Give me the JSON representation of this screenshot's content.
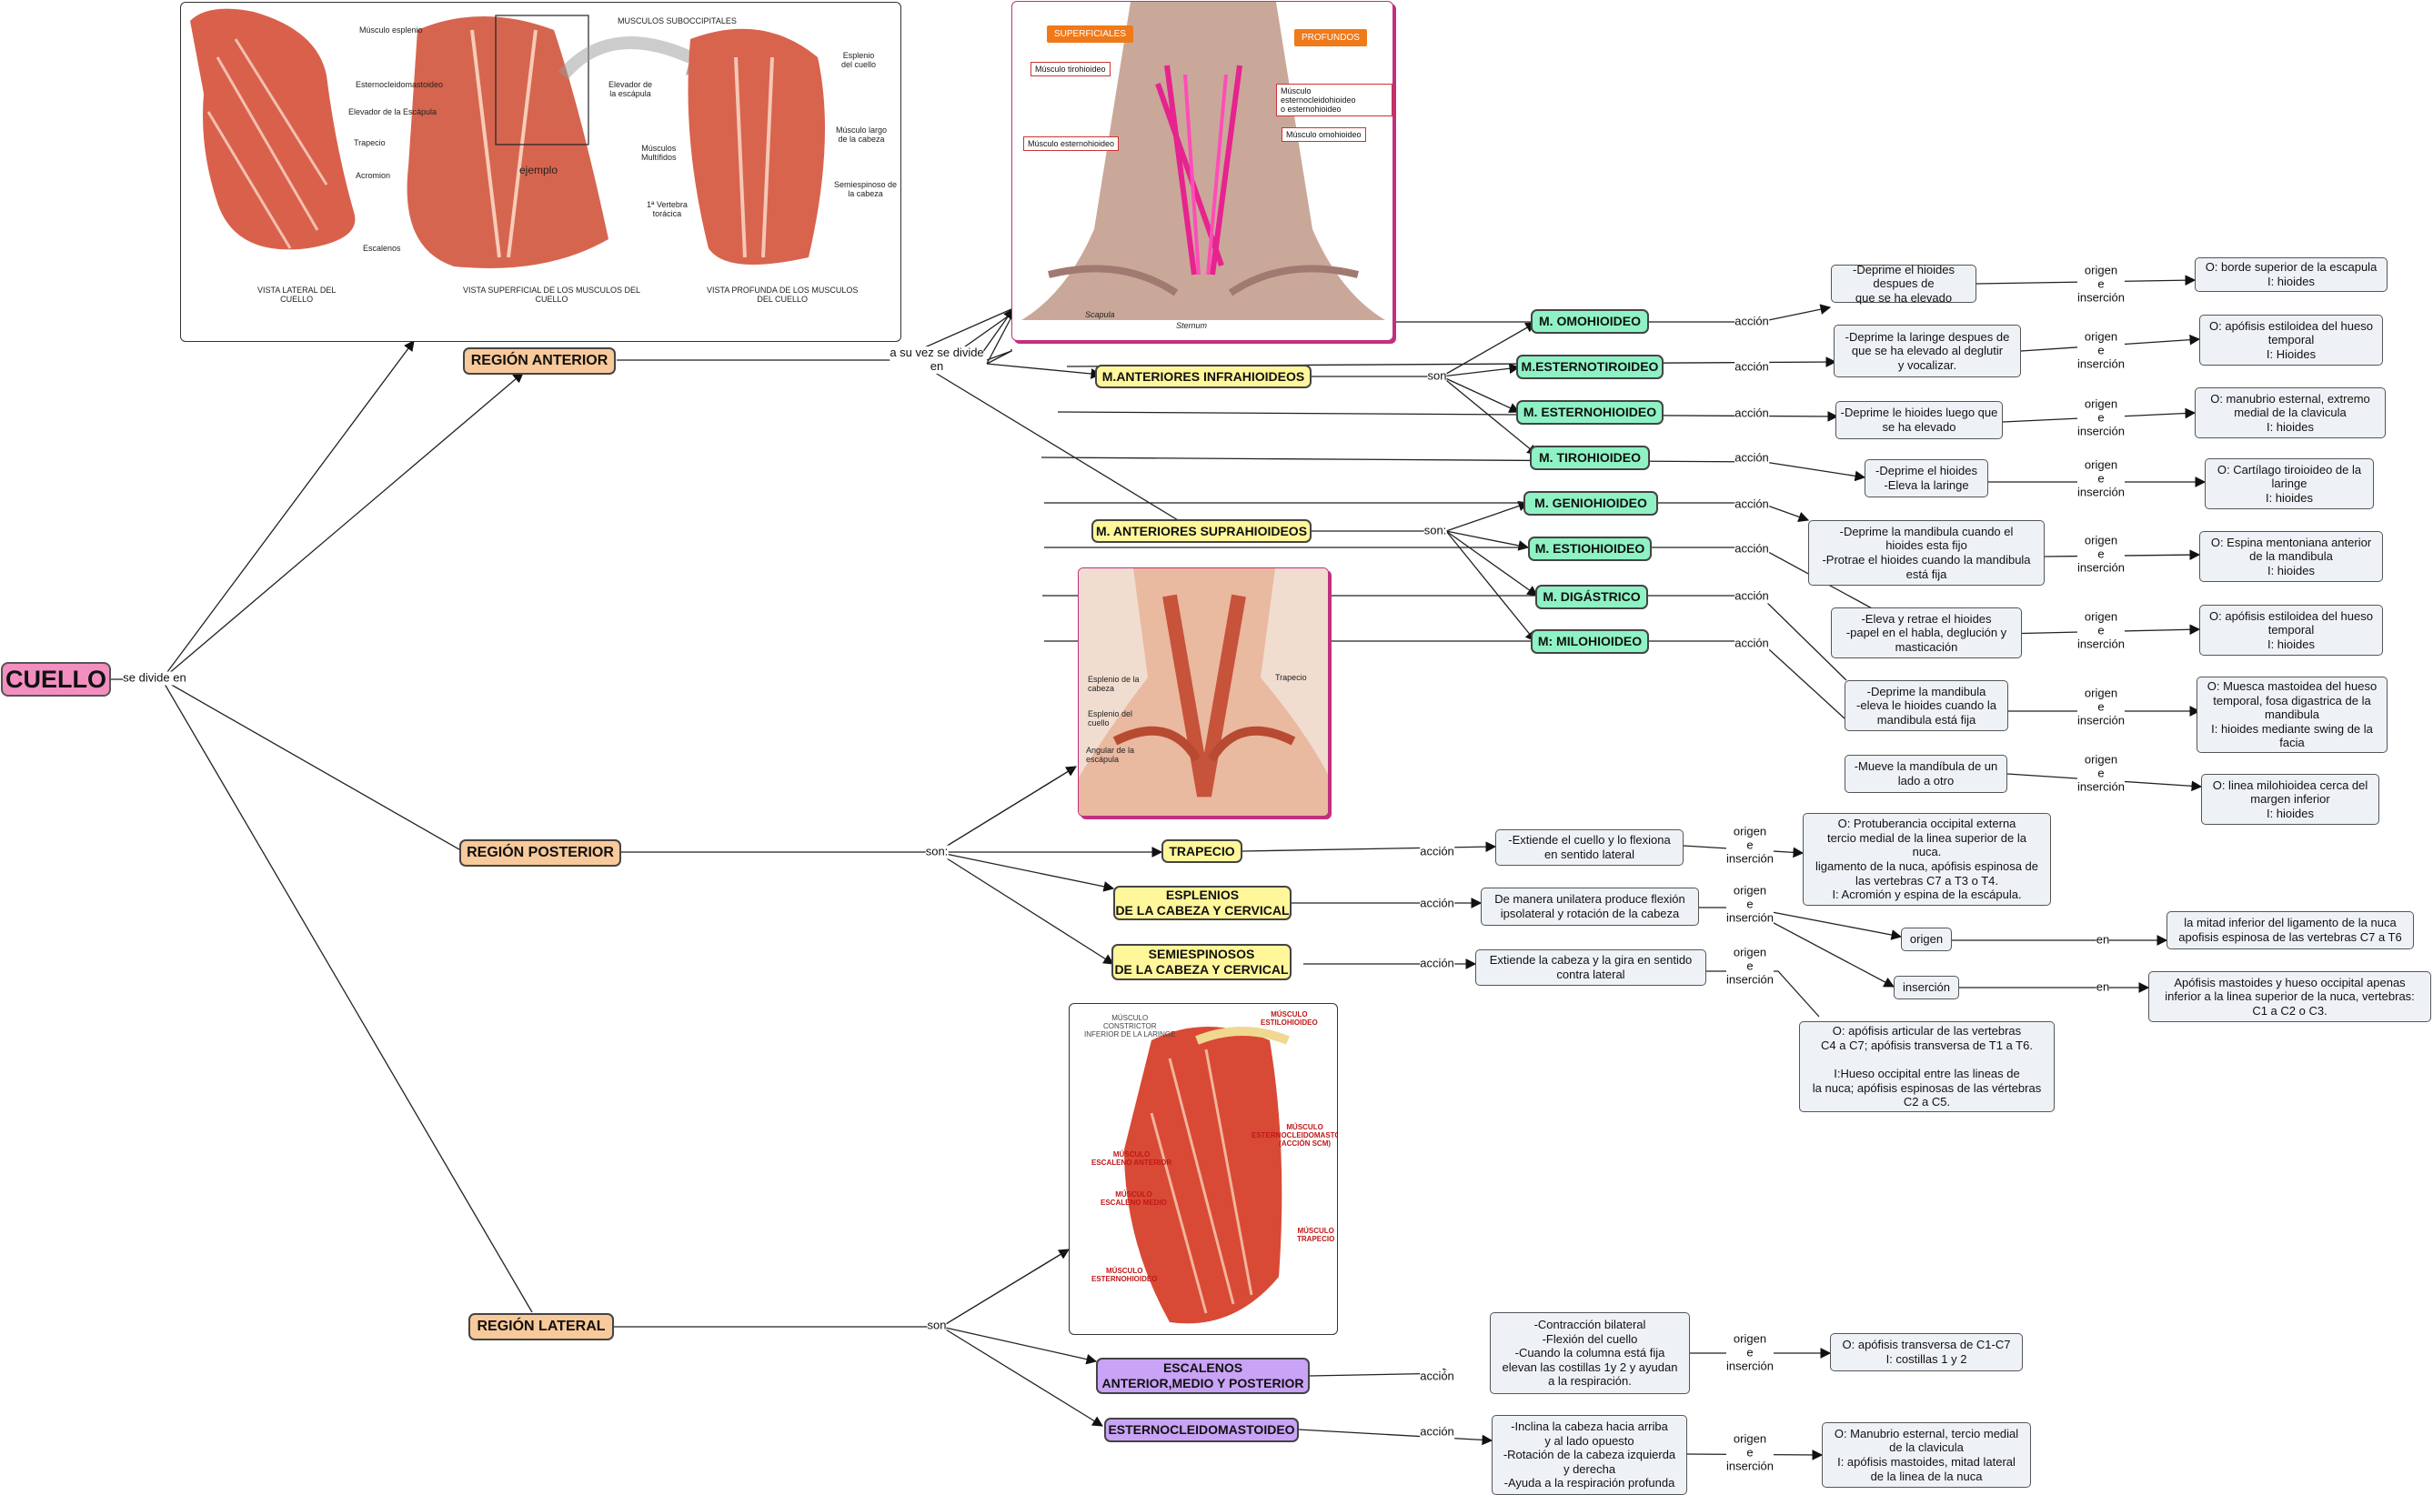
{
  "root": "CUELLO",
  "root_link": "se divide en",
  "regions": {
    "anterior": "REGIÓN ANTERIOR",
    "posterior": "REGIÓN POSTERIOR",
    "lateral": "REGIÓN LATERAL"
  },
  "links": {
    "subdivide": "a su vez se divide\nen",
    "son": "son",
    "son_colon": "son:",
    "accion": "acción",
    "origen_insercion": "origen\ne\ninserción",
    "en": "en"
  },
  "anterior": {
    "infra": "M.ANTERIORES INFRAHIOIDEOS",
    "supra": "M. ANTERIORES SUPRAHIOIDEOS",
    "infra_muscles": [
      {
        "name": "M. OMOHIOIDEO",
        "action": "-Deprime el hioides despues de\nque se ha elevado",
        "oi": "O: borde superior de la escapula\nI: hioides"
      },
      {
        "name": "M.ESTERNOTIROIDEO",
        "action": "-Deprime la laringe despues de\nque se ha elevado al deglutir\ny vocalizar.",
        "oi": "O: apófisis estiloidea del hueso\ntemporal\nI: Hioides"
      },
      {
        "name": "M. ESTERNOHIOIDEO",
        "action": "-Deprime le hioides luego que\nse ha elevado",
        "oi": "O: manubrio esternal, extremo\nmedial de la clavicula\nI: hioides"
      },
      {
        "name": "M. TIROHIOIDEO",
        "action": "-Deprime el hioides\n-Eleva la laringe",
        "oi": "O: Cartílago tiroioideo de la\nlaringe\nI: hioides"
      }
    ],
    "supra_muscles": [
      {
        "name": "M. GENIOHIOIDEO",
        "action": "-Deprime la mandibula cuando el\nhioides esta fijo\n-Protrae el hioides cuando la mandibula\nestá fija",
        "oi": "O: Espina mentoniana anterior\nde la mandibula\nI: hioides"
      },
      {
        "name": "M. ESTIOHIOIDEO",
        "action": "-Eleva y retrae el hioides\n-papel en el habla, deglución y\nmasticación",
        "oi": "O: apófisis estiloidea del hueso\ntemporal\nI: hioides"
      },
      {
        "name": "M. DIGÁSTRICO",
        "action": "-Deprime la mandibula\n-eleva le hioides cuando la\nmandibula está fija",
        "oi": "O: Muesca mastoidea del hueso\ntemporal, fosa digastrica de la\nmandibula\nI: hioides mediante swing de la\nfacia"
      },
      {
        "name": "M: MILOHIOIDEO",
        "action": "-Mueve la mandíbula de un\nlado a otro",
        "oi": "O: linea milohioidea cerca del\nmargen inferior\nI: hioides"
      }
    ]
  },
  "posterior": {
    "trapecio": {
      "name": "TRAPECIO",
      "action": "-Extiende el cuello y lo flexiona\nen sentido lateral",
      "oi": "O: Protuberancia occipital externa\ntercio medial de la linea superior de la\nnuca.\nligamento de la nuca, apófisis espinosa de\nlas vertebras C7 a T3 o T4.\nI: Acromión y espina de la escápula."
    },
    "esplenios": {
      "name": "ESPLENIOS\nDE LA CABEZA Y CERVICAL",
      "action": "De manera unilatera produce flexión\nipsolateral y rotación de la cabeza",
      "origen": "origen",
      "insercion": "inserción",
      "origen_detail": "la mitad inferior del ligamento de la nuca\napofisis espinosa de las vertebras C7 a T6",
      "insercion_detail": "Apófisis mastoides y hueso occipital apenas\ninferior a la linea superior de la nuca, vertebras:\nC1 a C2 o C3."
    },
    "semiespinosos": {
      "name": "SEMIESPINOSOS\nDE LA CABEZA Y CERVICAL",
      "action": "Extiende la cabeza y la gira en sentido\ncontra lateral",
      "oi": "O: apófisis articular de las vertebras\nC4 a C7; apófisis transversa de T1 a T6.\n\nI:Hueso occipital entre las lineas de\nla nuca; apófisis espinosas de las vértebras\nC2 a C5."
    }
  },
  "lateral": {
    "escalenos": {
      "name": "ESCALENOS\nANTERIOR,MEDIO Y POSTERIOR",
      "action": "-Contracción bilateral\n-Flexión del cuello\n-Cuando la columna está fija\nelevan las costillas 1y 2 y ayudan\na la respiración.",
      "oi": "O: apófisis transversa de C1-C7\nI: costillas 1 y 2"
    },
    "ecm": {
      "name": "ESTERNOCLEIDOMASTOIDEO",
      "action": "-Inclina la cabeza hacia arriba\ny al lado opuesto\n-Rotación de la cabeza izquierda\ny derecha\n-Ayuda a la respiración profunda",
      "oi": "O: Manubrio esternal, tercio medial\nde la clavicula\nI: apófisis mastoides, mitad lateral\nde la linea de la nuca"
    }
  },
  "img1": {
    "labels": [
      "Músculo esplenio",
      "Esternocleidomastoideo",
      "Elevador de la Escápula",
      "Trapecio",
      "Acromion",
      "Escalenos",
      "ejemplo",
      "MUSCULOS SUBOCCIPITALES",
      "Elevador de\nla escápula",
      "Músculos\nMultífidos",
      "1ª Vertebra\ntorácica",
      "Esplenio\ndel cuello",
      "Músculo largo\nde la cabeza",
      "Semiespinoso de\nla cabeza"
    ],
    "captions": [
      "VISTA LATERAL DEL\nCUELLO",
      "VISTA SUPERFICIAL DE LOS MUSCULOS DEL\nCUELLO",
      "VISTA PROFUNDA DE LOS MUSCULOS\nDEL CUELLO"
    ]
  },
  "img2": {
    "tags": [
      "SUPERFICIALES",
      "PROFUNDOS"
    ],
    "labels": [
      "Músculo tirohioideo",
      "Músculo esternohioideo",
      "Músculo esternocleidohioideo\no esternohioideo",
      "Músculo omohioideo",
      "Scapula",
      "Sternum"
    ]
  },
  "img3": {
    "labels": [
      "Esplenio de la\ncabeza",
      "Esplenio del\ncuello",
      "Angular de la\nescápula",
      "Trapecio"
    ]
  },
  "img4": {
    "labels": [
      "MÚSCULO\nCONSTRICTOR\nINFERIOR DE LA LARINGE",
      "MÚSCULO\nESTILOHIOIDEO",
      "MÚSCULO\nESTERNOCLEIDOMASTOIDEO\n(ACCIÓN SCM)",
      "MÚSCULO\nESCALENO ANTERIOR",
      "MÚSCULO\nESCALENO MEDIO",
      "MÚSCULO\nTRAPECIO",
      "MÚSCULO\nESTERNOHIOIDEO"
    ]
  },
  "colors": {
    "root": "#f28fc0",
    "region": "#f8c99a",
    "group": "#fff79a",
    "muscle": "#8ef2c4",
    "purple": "#c9a3f5",
    "info": "#eef2f6"
  }
}
